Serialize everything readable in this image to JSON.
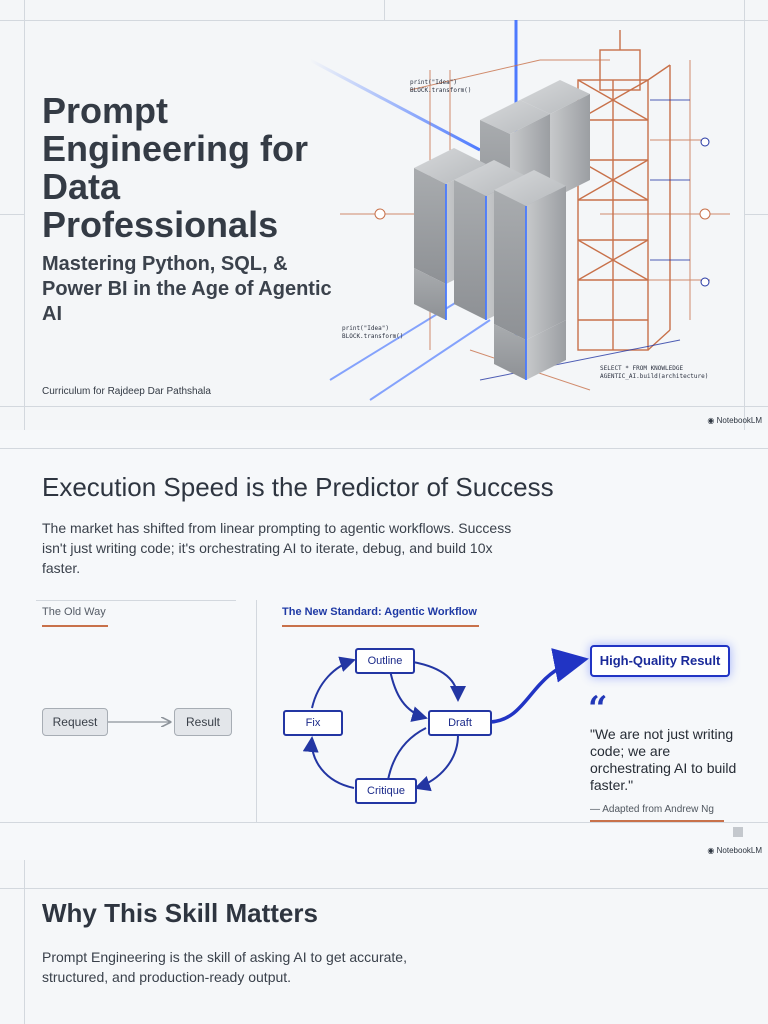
{
  "cover": {
    "title": "Prompt Engineering for Data Professionals",
    "subtitle": "Mastering Python, SQL, & Power BI in the Age of Agentic AI",
    "credit": "Curriculum for Rajdeep Dar Pathshala",
    "code_snippet_top": [
      "print(\"Idea\")",
      "BLOCK.transform()"
    ],
    "code_snippet_mid": [
      "print(\"Idea\")",
      "BLOCK.transform()"
    ],
    "code_snippet_bottom": [
      "SELECT * FROM KNOWLEDGE",
      "AGENTIC_AI.build(architecture)"
    ]
  },
  "brand_label": "NotebookLM",
  "workflow_slide": {
    "title": "Execution Speed is the Predictor of Success",
    "body": "The market has shifted from linear prompting to agentic workflows. Success isn't just writing code; it's orchestrating AI to iterate, debug, and build 10x faster.",
    "old_way": {
      "label": "The Old Way",
      "request": "Request",
      "result": "Result"
    },
    "new_way": {
      "label": "The New Standard: Agentic Workflow",
      "nodes": {
        "outline": "Outline",
        "draft": "Draft",
        "critique": "Critique",
        "fix": "Fix"
      },
      "result": "High-Quality Result"
    },
    "quote_mark": "“",
    "quote": "\"We are not just writing code; we are orchestrating AI to build faster.\"",
    "quote_attribution": "— Adapted from Andrew Ng"
  },
  "skill_slide": {
    "title": "Why This Skill Matters",
    "body": "Prompt Engineering is the skill of asking AI to get accurate, structured, and production-ready output."
  },
  "colors": {
    "accent_blue": "#2336a3",
    "accent_orange": "#c8714a",
    "glow_blue": "#3b6cff"
  }
}
